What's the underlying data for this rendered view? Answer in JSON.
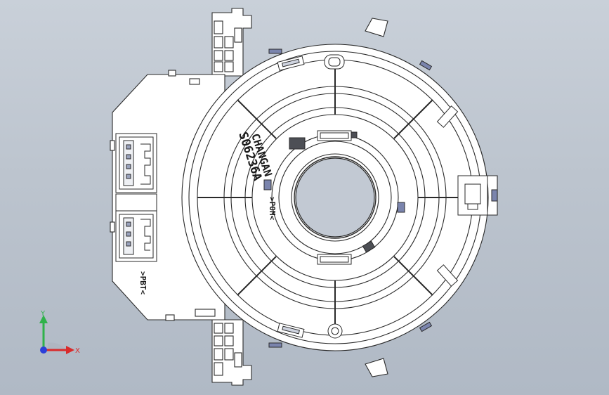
{
  "part": {
    "brand_text": "CHANGAN",
    "part_number": "S06236A",
    "material_mark_ring": ">POM<",
    "material_mark_housing": ">PBT<"
  },
  "triad": {
    "x_label": "X",
    "y_label": "Y",
    "x_color": "#d92b2b",
    "y_color": "#2fb24a",
    "z_color": "#2b3fd9"
  },
  "colors": {
    "background": "#c2c9d3",
    "part_fill": "#ffffff",
    "edge": "#2a2a2a",
    "pad_fill": "#7a84ad"
  }
}
